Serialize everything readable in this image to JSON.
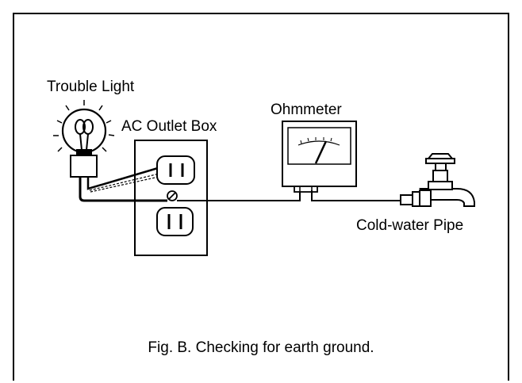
{
  "labels": {
    "trouble_light": "Trouble Light",
    "outlet_box": "AC Outlet Box",
    "ohmmeter": "Ohmmeter",
    "pipe": "Cold-water Pipe"
  },
  "caption": "Fig. B. Checking for earth ground.",
  "colors": {
    "line": "#000000",
    "background": "#ffffff"
  }
}
